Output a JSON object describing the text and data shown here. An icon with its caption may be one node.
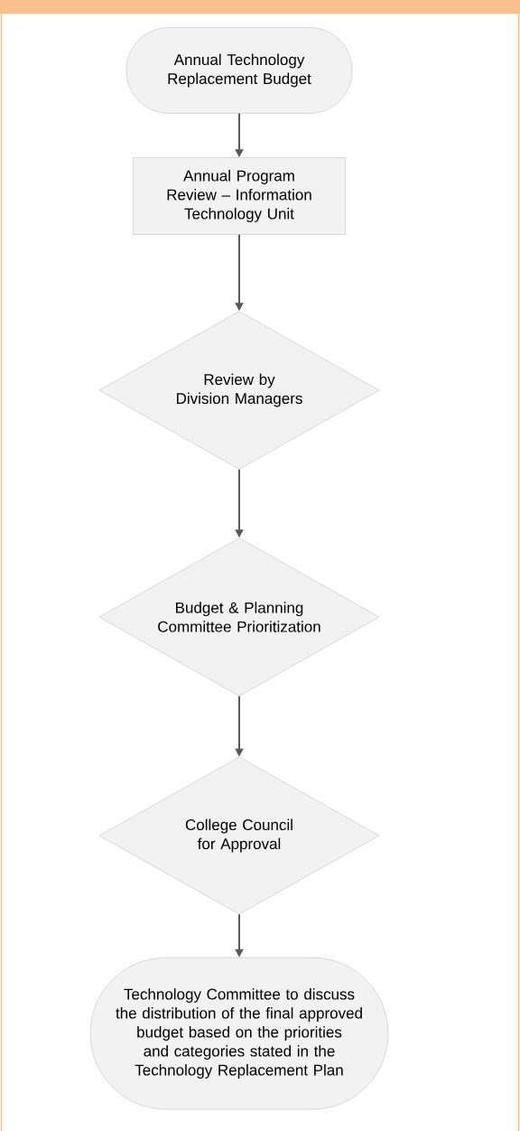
{
  "diagram": {
    "nodes": [
      {
        "text": [
          "Annual Technology Replacement Budget"
        ]
      },
      {
        "text": [
          "Annual Program Review – Information Technology Unit"
        ]
      },
      {
        "text": [
          "Review by Division Managers"
        ]
      },
      {
        "text": [
          "Budget & Planning Committee Prioritization"
        ]
      },
      {
        "text": [
          "College Council for Approval"
        ]
      },
      {
        "text": [
          "Technology Committee to discuss the distribution of the final approved budget based on the priorities and categories stated in the Technology Replacement Plan"
        ]
      }
    ],
    "edges": [
      {
        "from": 0,
        "to": 1,
        "arrow": "to"
      },
      {
        "from": 1,
        "to": 2,
        "arrow": "to"
      },
      {
        "from": 2,
        "to": 3,
        "arrow": "to"
      },
      {
        "from": 3,
        "to": 4,
        "arrow": "to"
      },
      {
        "from": 4,
        "to": 5,
        "arrow": "to"
      }
    ]
  }
}
